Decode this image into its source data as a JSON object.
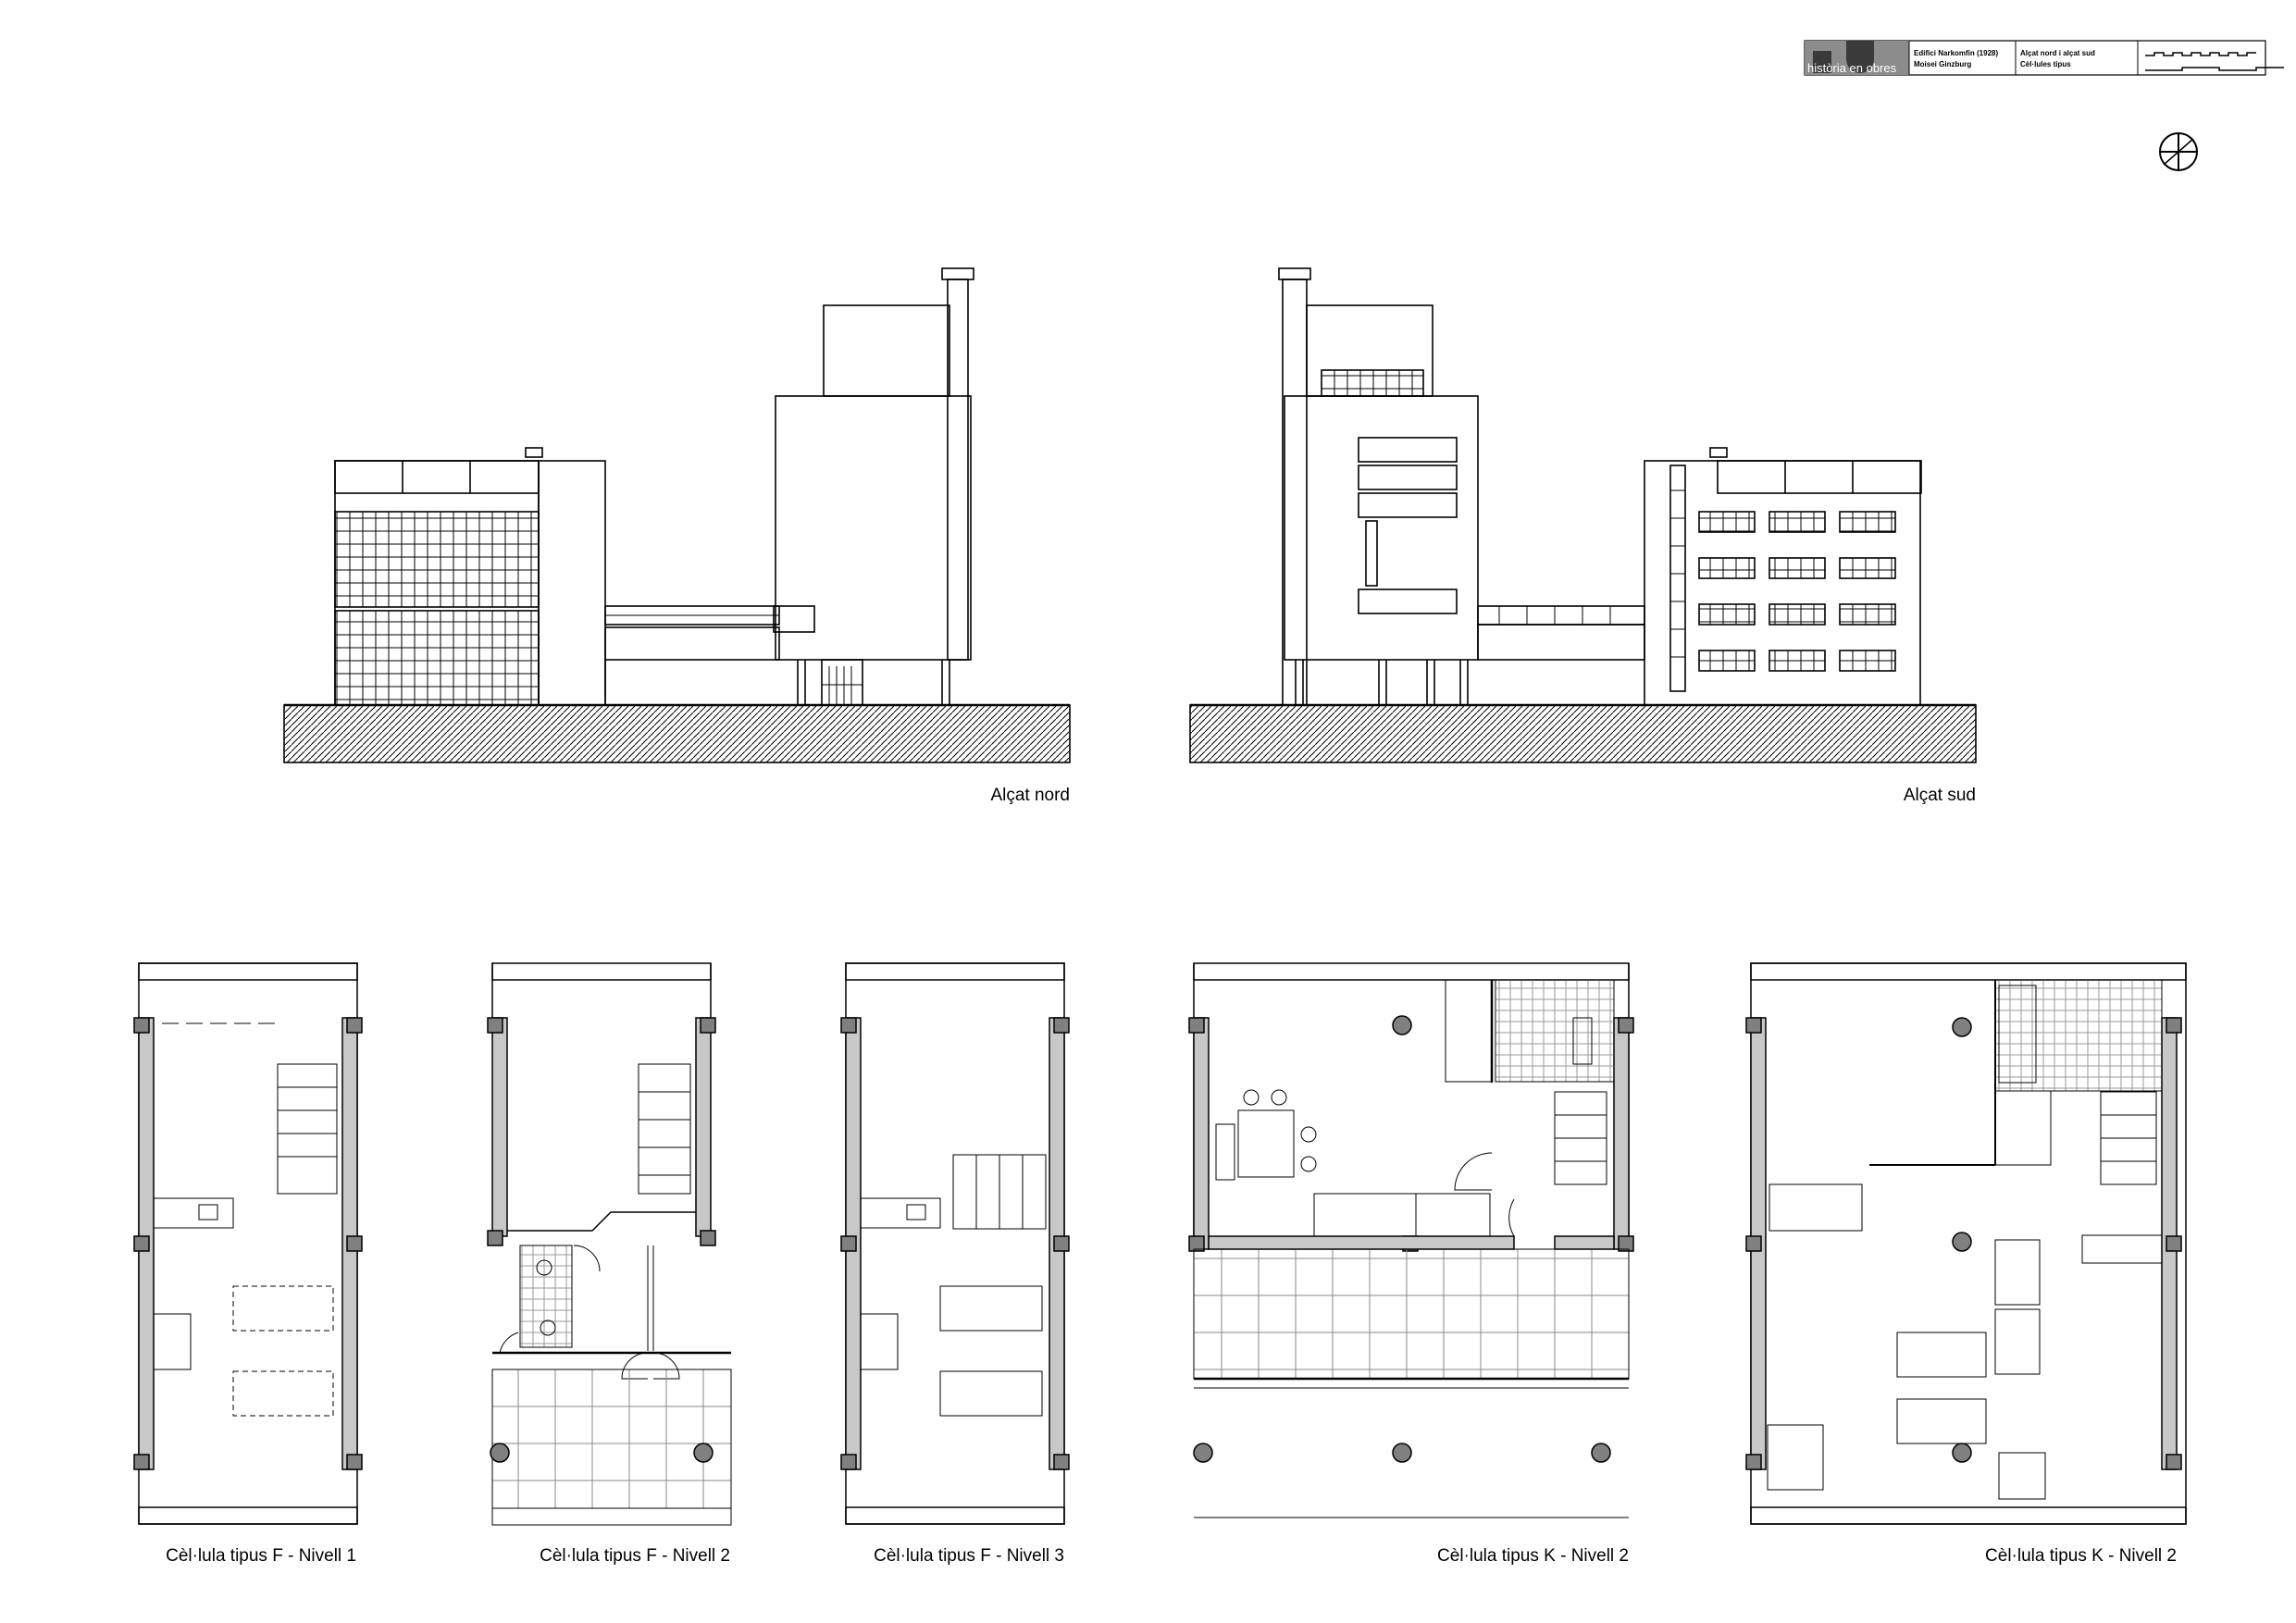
{
  "title_block": {
    "logo_text": "història en obres",
    "project_line1": "Edifici Narkomfin (1928)",
    "project_line2": "Moisei Ginzburg",
    "sheet_line1": "Alçat nord i alçat sud",
    "sheet_line2": "Cèl·lules tipus"
  },
  "elevations": [
    {
      "id": "north",
      "label": "Alçat nord"
    },
    {
      "id": "south",
      "label": "Alçat sud"
    }
  ],
  "plans": [
    {
      "id": "f1",
      "label": "Cèl·lula tipus F - Nivell 1"
    },
    {
      "id": "f2",
      "label": "Cèl·lula tipus F - Nivell 2"
    },
    {
      "id": "f3",
      "label": "Cèl·lula tipus F - Nivell 3"
    },
    {
      "id": "k2a",
      "label": "Cèl·lula tipus K - Nivell 2"
    },
    {
      "id": "k2b",
      "label": "Cèl·lula tipus K - Nivell 2"
    }
  ],
  "colors": {
    "line": "#000000",
    "wall_fill": "#c8c8c8",
    "column_fill": "#808080",
    "logo_grey": "#8c8c8c"
  },
  "icons": {
    "north_arrow": "north-arrow-icon"
  }
}
